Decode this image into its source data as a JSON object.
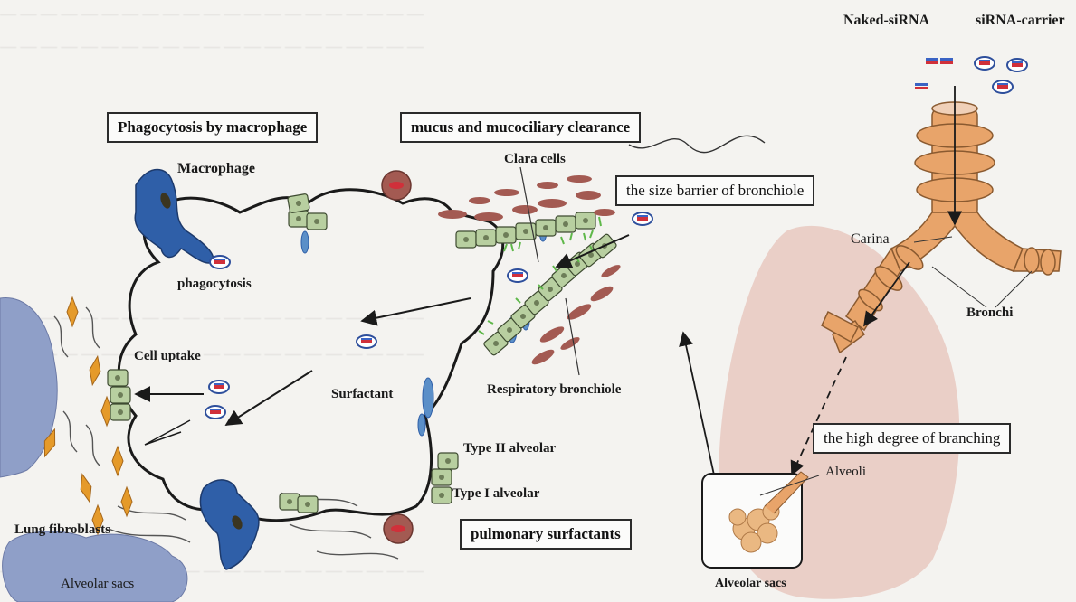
{
  "labels": {
    "box_phagocytosis": "Phagocytosis by macrophage",
    "box_mucus": "mucus and mucociliary clearance",
    "box_size_barrier": "the size barrier of bronchiole",
    "box_branching": "the high degree of branching",
    "box_surfactants": "pulmonary surfactants",
    "naked_sirna": "Naked-siRNA",
    "sirna_carrier": "siRNA-carrier",
    "macrophage": "Macrophage",
    "phagocytosis": "phagocytosis",
    "clara_cells": "Clara cells",
    "cell_uptake": "Cell uptake",
    "surfactant": "Surfactant",
    "respiratory_bronchiole": "Respiratory bronchiole",
    "type_ii_alveolar": "Type II alveolar",
    "type_i_alveolar": "Type I alveolar",
    "lung_fibroblasts": "Lung fibroblasts",
    "alveolar_sacs_left": "Alveolar sacs",
    "carina": "Carina",
    "bronchi": "Bronchi",
    "alveoli": "Alveoli",
    "alveolar_sacs_right": "Alveolar sacs"
  },
  "colors": {
    "trachea": "#e8a46a",
    "epithelial_cell": "#b8cfa0",
    "macrophage": "#2f5fa8",
    "fibroblast": "#e59a2a",
    "red_cell": "#a35a52",
    "carrier": "#2e4f9c",
    "sirna_red": "#d0303a",
    "sirna_blue": "#3a63c4",
    "cilia": "#5fb84a",
    "sac_blue": "#8f9fc8",
    "pink_region": "#e8c8c0"
  }
}
